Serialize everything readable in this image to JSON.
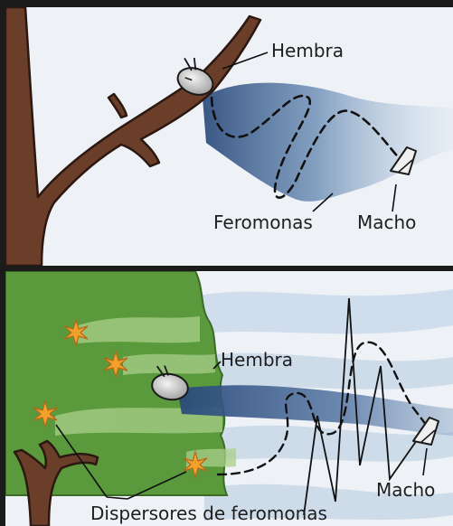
{
  "top_panel": {
    "labels": {
      "female": "Hembra",
      "pheromones": "Feromonas",
      "male": "Macho"
    }
  },
  "bottom_panel": {
    "labels": {
      "female": "Hembra",
      "male": "Macho",
      "dispensers": "Dispersores de feromonas"
    }
  },
  "colors": {
    "background": "#eef2f7",
    "frame": "#1b1b1b",
    "plume_blue": "#3f6696",
    "tree_green": "#5a9a3c",
    "bark_brown": "#6b3e2a",
    "dispenser_orange": "#f2a12a"
  },
  "icons": [
    "moth-icon",
    "dispenser-flower-icon",
    "tree-branch-icon"
  ]
}
